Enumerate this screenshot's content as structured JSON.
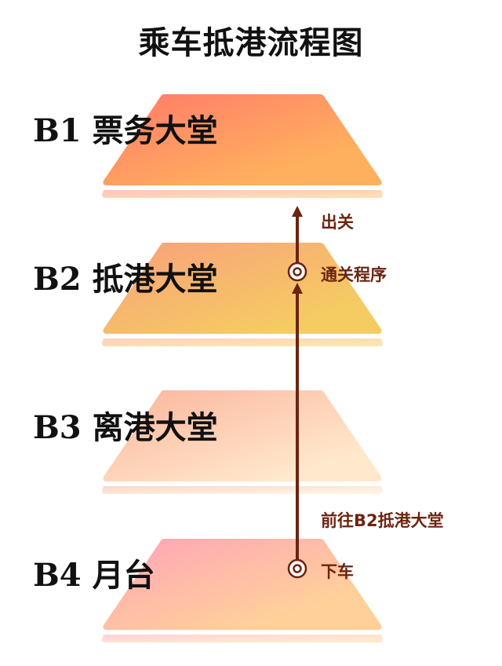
{
  "title": "乘车抵港流程图",
  "colors": {
    "flow_line": "#6b2410",
    "text": "#111111"
  },
  "floors": [
    {
      "code": "B1",
      "name": "票务大堂",
      "gradient": [
        "#ff7a6a",
        "#ffb05e"
      ]
    },
    {
      "code": "B2",
      "name": "抵港大堂",
      "gradient": [
        "#f9a07c",
        "#f5cc62"
      ]
    },
    {
      "code": "B3",
      "name": "离港大堂",
      "gradient": [
        "#fbb49c",
        "#ffe8cc"
      ]
    },
    {
      "code": "B4",
      "name": "月台",
      "gradient": [
        "#ffa3b8",
        "#ffd09a"
      ]
    }
  ],
  "flow": {
    "steps": [
      {
        "label": "出关",
        "type": "arrow-label"
      },
      {
        "label": "通关程序",
        "type": "node"
      },
      {
        "label": "前往B2抵港大堂",
        "type": "arrow-label"
      },
      {
        "label": "下车",
        "type": "node"
      }
    ]
  }
}
